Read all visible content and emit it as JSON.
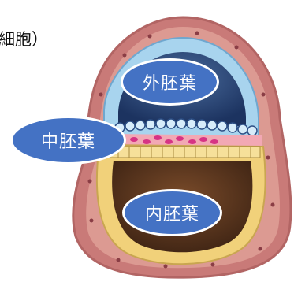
{
  "diagram": {
    "partial_text": "細胞）",
    "labels": {
      "ectoderm": "外胚葉",
      "mesoderm": "中胚葉",
      "endoderm": "内胚葉"
    }
  }
}
